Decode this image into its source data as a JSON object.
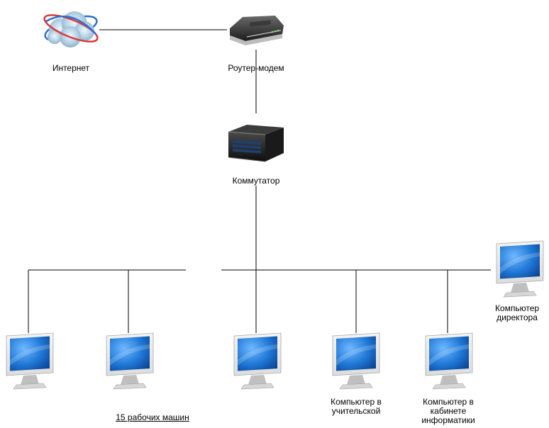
{
  "nodes": {
    "internet": {
      "label": "Интернет",
      "icon": "internet-cloud-icon"
    },
    "router": {
      "label": "Роутер-модем",
      "icon": "router-modem-icon"
    },
    "switch": {
      "label": "Коммутатор",
      "icon": "network-switch-icon"
    },
    "director": {
      "label_line1": "Компьютер",
      "label_line2": "директора",
      "icon": "monitor-icon"
    },
    "teacher": {
      "label_line1": "Компьютер в",
      "label_line2": "учительской",
      "icon": "monitor-icon"
    },
    "informatics": {
      "label_line1": "Компьютер в",
      "label_line2": "кабинете",
      "label_line3": "информатики",
      "icon": "monitor-icon"
    },
    "workstations": {
      "label": "15 рабочих машин",
      "icon": "monitor-icon"
    }
  },
  "colors": {
    "line": "#000000",
    "screen_blue": "#1f78d6",
    "screen_dark": "#0b3f8e",
    "bezel": "#dcdcdc",
    "stand": "#bfbfbf"
  }
}
